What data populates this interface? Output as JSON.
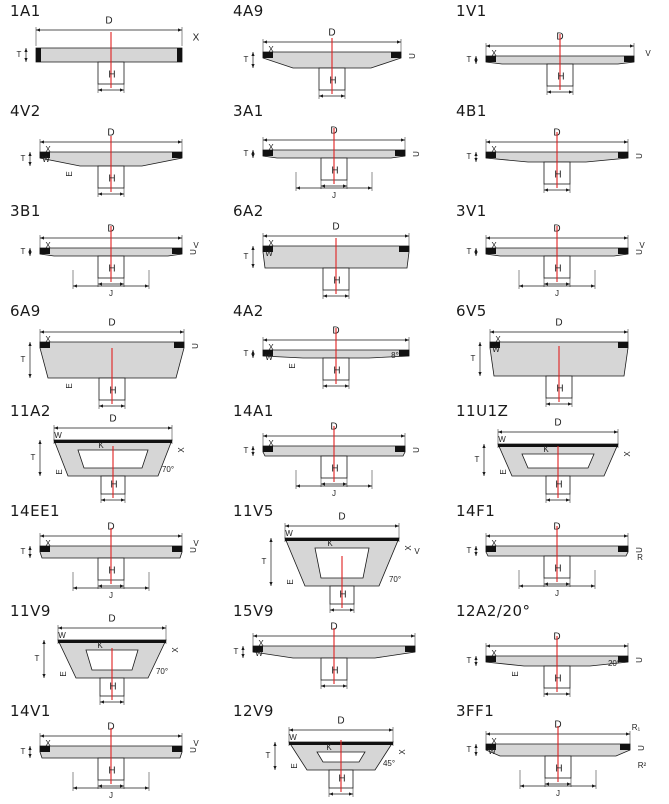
{
  "profiles": [
    {
      "code": "1A1",
      "labels": {
        "D": "D",
        "H": "H",
        "T": "T",
        "X": "X"
      }
    },
    {
      "code": "4A9",
      "labels": {
        "D": "D",
        "H": "H",
        "T": "T",
        "X": "X",
        "U": "U"
      }
    },
    {
      "code": "1V1",
      "labels": {
        "D": "D",
        "H": "H",
        "T": "T",
        "X": "X",
        "V": "V"
      }
    },
    {
      "code": "4V2",
      "labels": {
        "D": "D",
        "H": "H",
        "T": "T",
        "X": "X",
        "W": "W",
        "E": "E"
      }
    },
    {
      "code": "3A1",
      "labels": {
        "D": "D",
        "H": "H",
        "T": "T",
        "X": "X",
        "U": "U",
        "J": "J"
      }
    },
    {
      "code": "4B1",
      "labels": {
        "D": "D",
        "H": "H",
        "T": "T",
        "X": "X",
        "U": "U"
      }
    },
    {
      "code": "3B1",
      "labels": {
        "D": "D",
        "H": "H",
        "T": "T",
        "X": "X",
        "U": "U",
        "J": "J",
        "V": "V"
      }
    },
    {
      "code": "6A2",
      "labels": {
        "D": "D",
        "H": "H",
        "T": "T",
        "X": "X",
        "W": "W"
      }
    },
    {
      "code": "3V1",
      "labels": {
        "D": "D",
        "H": "H",
        "T": "T",
        "X": "X",
        "U": "U",
        "J": "J",
        "V": "V"
      }
    },
    {
      "code": "6A9",
      "labels": {
        "D": "D",
        "H": "H",
        "T": "T",
        "X": "X",
        "U": "U",
        "E": "E"
      }
    },
    {
      "code": "4A2",
      "labels": {
        "D": "D",
        "H": "H",
        "T": "T",
        "X": "X",
        "W": "W",
        "E": "E",
        "A": "8°"
      }
    },
    {
      "code": "6V5",
      "labels": {
        "D": "D",
        "H": "H",
        "T": "T",
        "X": "X",
        "W": "W"
      }
    },
    {
      "code": "11A2",
      "labels": {
        "D": "D",
        "H": "H",
        "T": "T",
        "X": "X",
        "W": "W",
        "E": "E",
        "K": "K",
        "A": "70°"
      }
    },
    {
      "code": "14A1",
      "labels": {
        "D": "D",
        "H": "H",
        "T": "T",
        "X": "X",
        "U": "U",
        "J": "J"
      }
    },
    {
      "code": "11U1Z",
      "labels": {
        "D": "D",
        "H": "H",
        "T": "T",
        "X": "X",
        "W": "W",
        "E": "E",
        "K": "K"
      }
    },
    {
      "code": "14EE1",
      "labels": {
        "D": "D",
        "H": "H",
        "T": "T",
        "X": "X",
        "U": "U",
        "J": "J",
        "V": "V"
      }
    },
    {
      "code": "11V5",
      "labels": {
        "D": "D",
        "H": "H",
        "T": "T",
        "X": "X",
        "W": "W",
        "E": "E",
        "K": "K",
        "V": "V",
        "A": "70°"
      }
    },
    {
      "code": "14F1",
      "labels": {
        "D": "D",
        "H": "H",
        "T": "T",
        "X": "X",
        "U": "U",
        "J": "J",
        "R": "R"
      }
    },
    {
      "code": "11V9",
      "labels": {
        "D": "D",
        "H": "H",
        "T": "T",
        "X": "X",
        "W": "W",
        "E": "E",
        "K": "K",
        "A": "70°"
      }
    },
    {
      "code": "15V9",
      "labels": {
        "D": "D",
        "H": "H",
        "T": "T",
        "X": "X",
        "W": "W"
      }
    },
    {
      "code": "12A2/20°",
      "labels": {
        "D": "D",
        "H": "H",
        "T": "T",
        "X": "X",
        "U": "U",
        "E": "E",
        "A": "20°"
      }
    },
    {
      "code": "14V1",
      "labels": {
        "D": "D",
        "H": "H",
        "T": "T",
        "X": "X",
        "U": "U",
        "J": "J",
        "V": "V"
      }
    },
    {
      "code": "12V9",
      "labels": {
        "D": "D",
        "H": "H",
        "T": "T",
        "X": "X",
        "W": "W",
        "E": "E",
        "K": "K",
        "A": "45°"
      }
    },
    {
      "code": "3FF1",
      "labels": {
        "D": "D",
        "H": "H",
        "T": "T",
        "X": "X",
        "W": "W",
        "U": "U",
        "J": "J",
        "R1": "R₁",
        "R2": "R²"
      }
    }
  ],
  "colors": {
    "line": "#1a1a1a",
    "body": "#d6d6d6",
    "abrasive": "#111111",
    "axis": "#e02020",
    "dark_body": "#6e6a66"
  }
}
